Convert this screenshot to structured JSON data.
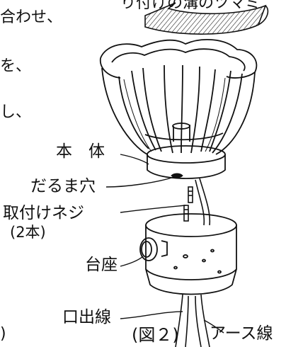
{
  "text_fragments": {
    "line1": "り付けの溝のツマミ",
    "line2": "合わせ、",
    "line3": "を、",
    "line4": "し、",
    "paren": ")"
  },
  "labels": {
    "body": "本　体",
    "keyhole": "だるま穴",
    "screw_line1": "取付けネジ",
    "screw_line2": "(2本)",
    "base": "台座",
    "lead_wire": "口出線",
    "figure": "(図２)",
    "earth_wire": "アース線"
  }
}
